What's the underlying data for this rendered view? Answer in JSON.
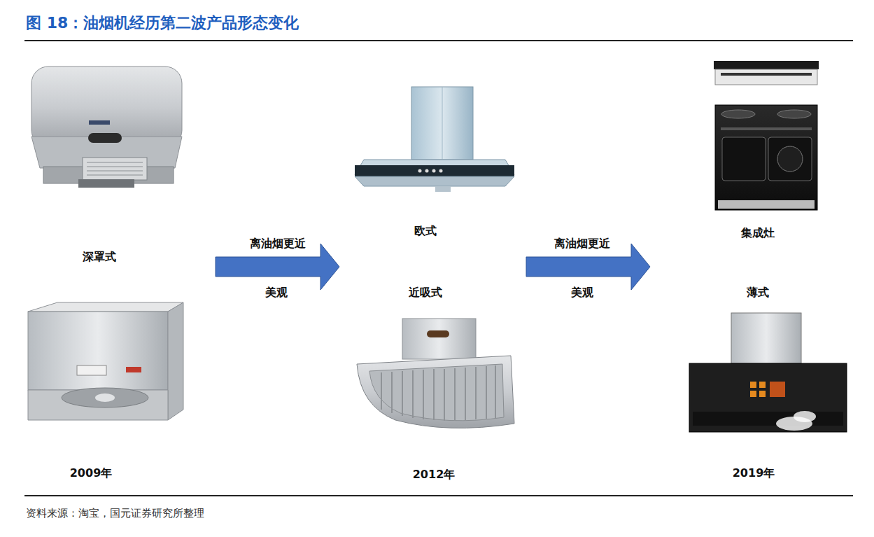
{
  "diagram": {
    "title": "图 18：油烟机经历第二波产品形态变化",
    "caption": "资料来源：淘宝，国元证券研究所整理",
    "labels": [
      "深罩式",
      "离油烟更近",
      "美观",
      "欧式",
      "近吸式",
      "集成灶",
      "离油烟更近",
      "美观",
      "薄式",
      "2009年",
      "2012年",
      "2019年"
    ]
  }
}
